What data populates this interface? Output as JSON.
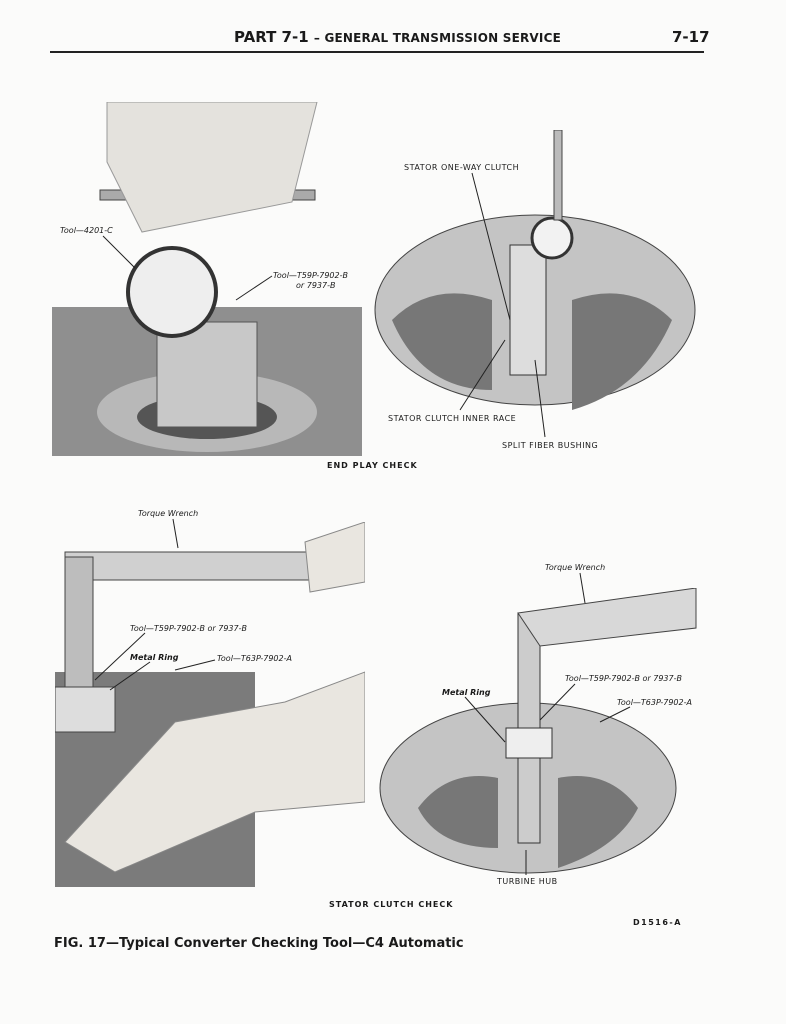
{
  "header": {
    "part": "PART 7-1",
    "section": "– GENERAL TRANSMISSION SERVICE",
    "page_number": "7-17"
  },
  "end_play_check": {
    "caption": "END PLAY CHECK",
    "labels": {
      "tool_4201": "Tool—4201-C",
      "tool_t59p_line1": "Tool—T59P-7902-B",
      "tool_t59p_line2": "or 7937-B",
      "stator_one_way_clutch": "STATOR ONE-WAY CLUTCH",
      "stator_clutch_inner_race": "STATOR CLUTCH INNER RACE",
      "split_fiber_bushing": "SPLIT FIBER BUSHING"
    }
  },
  "stator_clutch_check": {
    "caption": "STATOR CLUTCH CHECK",
    "labels": {
      "torque_wrench_left": "Torque Wrench",
      "tool_t59p_left": "Tool—T59P-7902-B or 7937-B",
      "metal_ring_left": "Metal Ring",
      "tool_t63p_left": "Tool—T63P-7902-A",
      "torque_wrench_right": "Torque Wrench",
      "tool_t59p_right": "Tool—T59P-7902-B or 7937-B",
      "metal_ring_right": "Metal Ring",
      "tool_t63p_right": "Tool—T63P-7902-A",
      "turbine_hub": "TURBINE HUB"
    }
  },
  "drawing_number": "D1516-A",
  "figure_caption": "FIG. 17—Typical Converter Checking Tool—C4 Automatic"
}
